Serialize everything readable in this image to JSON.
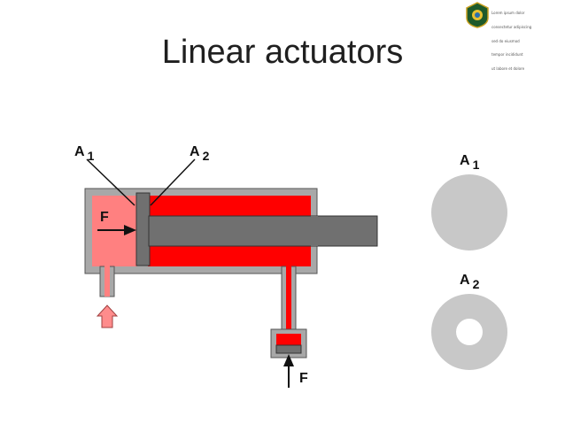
{
  "slide": {
    "title": "Linear actuators"
  },
  "logo": {
    "lines": [
      "Lorem ipsum dolor",
      "consectetur adipiscing",
      "sed do eiusmod",
      "tempor incididunt",
      "ut labore et dolore"
    ]
  },
  "diagram": {
    "labels": {
      "a1_main": "A",
      "a1_main_sub": "1",
      "a2_main": "A",
      "a2_main_sub": "2",
      "force_left": "F",
      "force_bottom": "F",
      "a1_circle": "A",
      "a1_circle_sub": "1",
      "a2_circle": "A",
      "a2_circle_sub": "2"
    },
    "colors": {
      "housing": "#a8a8a8",
      "fluid_high": "#ff8080",
      "fluid_red": "#ff0000",
      "piston": "#707070",
      "rod": "#707070",
      "area_circle": "#c8c8c8",
      "arrow_pink": "#ff8c8c"
    }
  }
}
